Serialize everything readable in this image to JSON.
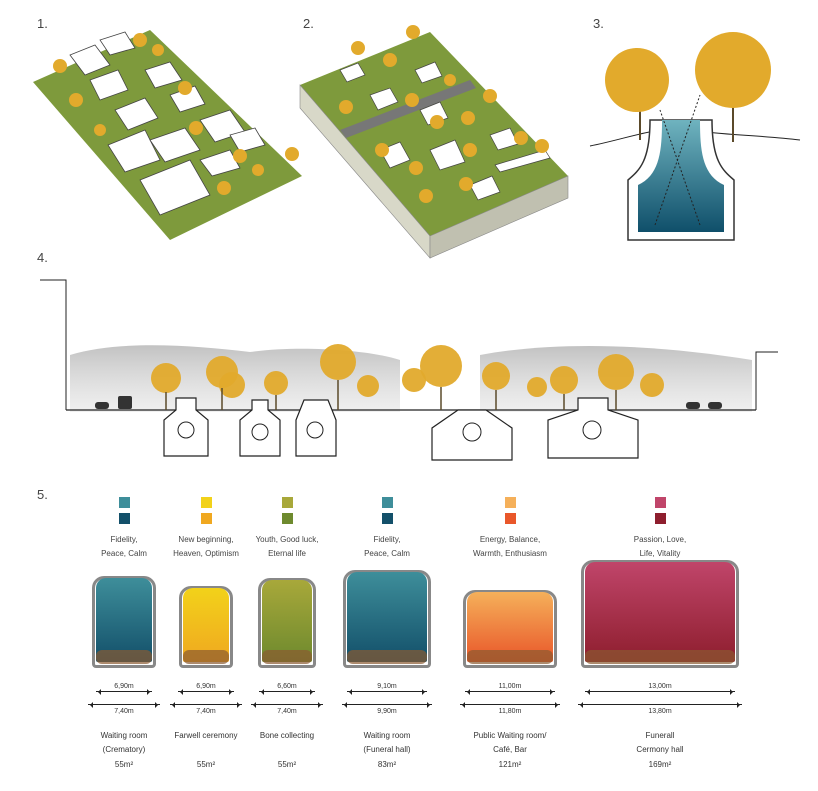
{
  "steps": {
    "s1": "1.",
    "s2": "2.",
    "s3": "3.",
    "s4": "4.",
    "s5": "5."
  },
  "colors": {
    "tree": "#E2AA2C",
    "grass": "#7E9A3C",
    "trunk": "#5b4a2a"
  },
  "rooms": [
    {
      "kw1": "Fidelity,",
      "kw2": "Peace, Calm",
      "c1": "#3E8E9A",
      "c2": "#13506A",
      "inner": "#5c8fa0",
      "dim1": "6,90m",
      "dim2": "7,40m",
      "name1": "Waiting room",
      "name2": "(Crematory)",
      "area": "55m²"
    },
    {
      "kw1": "New beginning,",
      "kw2": "Heaven, Optimism",
      "c1": "#F2D21A",
      "c2": "#F0A820",
      "inner": "#F2C42A",
      "dim1": "6,90m",
      "dim2": "7,40m",
      "name1": "Farwell ceremony",
      "name2": "",
      "area": "55m²"
    },
    {
      "kw1": "Youth, Good luck,",
      "kw2": "Eternal life",
      "c1": "#A8A83A",
      "c2": "#6E8A2E",
      "inner": "#8FA03A",
      "dim1": "6,60m",
      "dim2": "7,40m",
      "name1": "Bone collecting",
      "name2": "",
      "area": "55m²"
    },
    {
      "kw1": "Fidelity,",
      "kw2": "Peace, Calm",
      "c1": "#3E8E9A",
      "c2": "#13506A",
      "inner": "#4a8aa0",
      "dim1": "9,10m",
      "dim2": "9,90m",
      "name1": "Waiting room",
      "name2": "(Funeral hall)",
      "area": "83m²"
    },
    {
      "kw1": "Energy, Balance,",
      "kw2": "Warmth, Enthusiasm",
      "c1": "#F5B05A",
      "c2": "#E9572A",
      "inner": "#F07A3A",
      "dim1": "11,00m",
      "dim2": "11,80m",
      "name1": "Public Waiting room/",
      "name2": "Café, Bar",
      "area": "121m²"
    },
    {
      "kw1": "Passion, Love,",
      "kw2": "Life, Vitality",
      "c1": "#C0456A",
      "c2": "#8E1E2E",
      "inner": "#B83A5A",
      "dim1": "13,00m",
      "dim2": "13,80m",
      "name1": "Funerall",
      "name2": "Cermony hall",
      "area": "169m²"
    }
  ]
}
